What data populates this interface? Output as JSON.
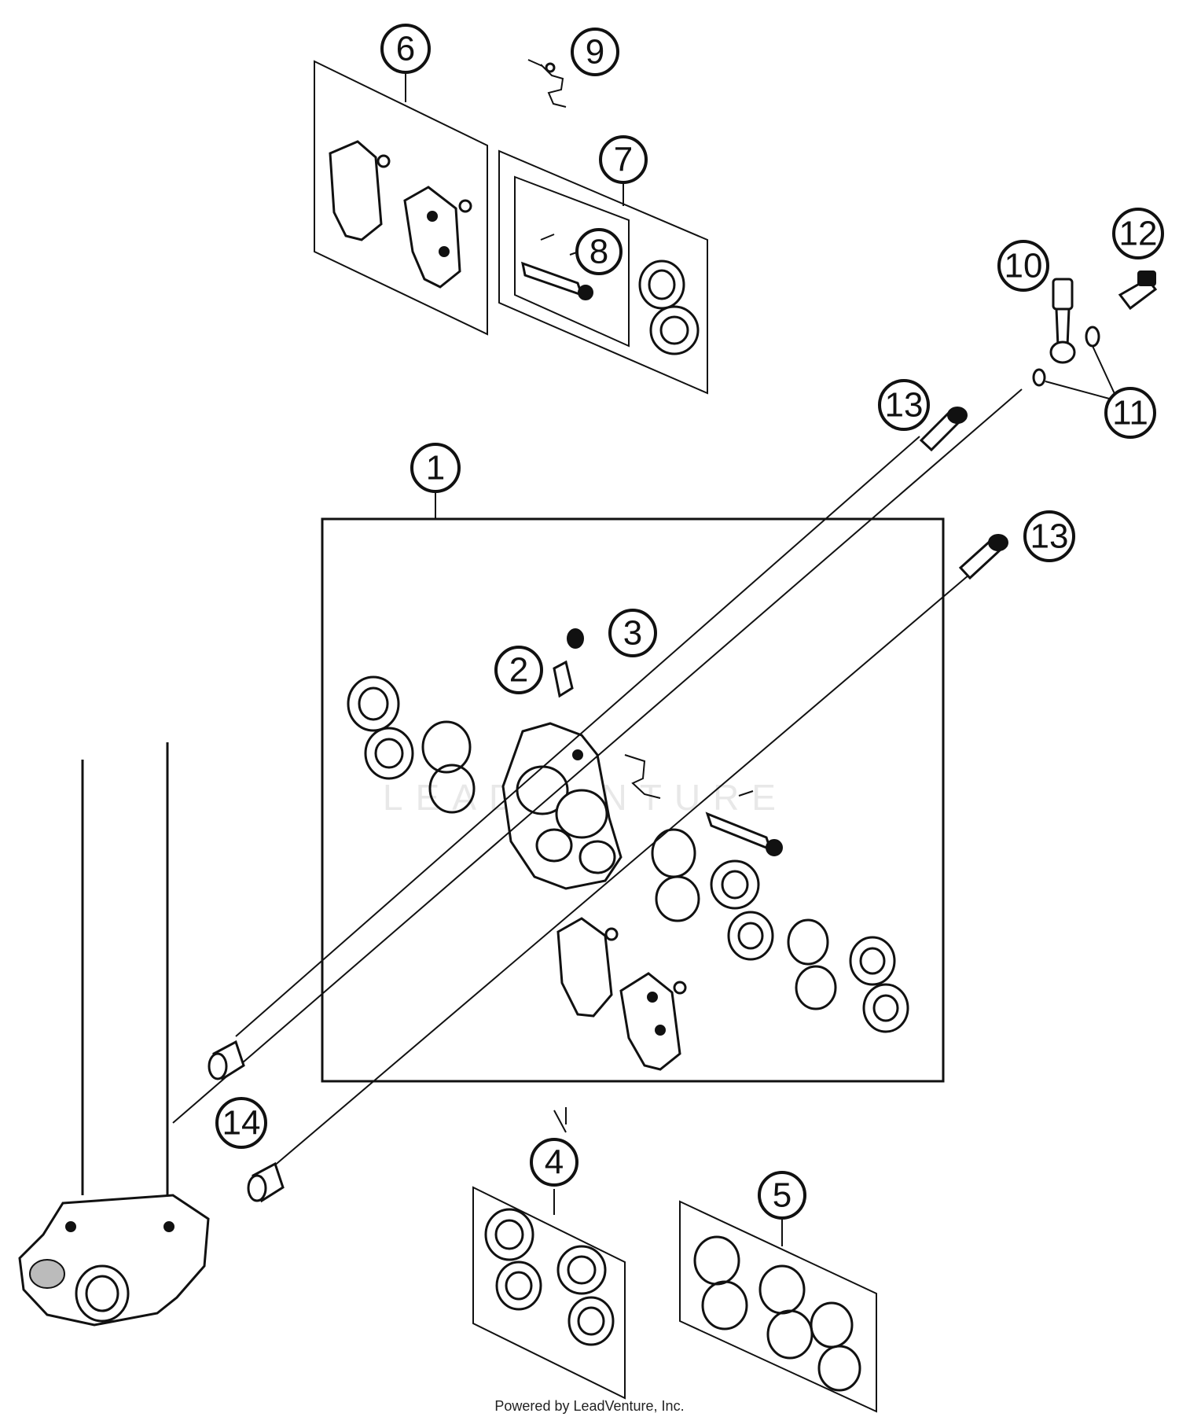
{
  "callouts": [
    {
      "id": "1",
      "label": "1"
    },
    {
      "id": "2",
      "label": "2"
    },
    {
      "id": "3",
      "label": "3"
    },
    {
      "id": "4",
      "label": "4"
    },
    {
      "id": "5",
      "label": "5"
    },
    {
      "id": "6",
      "label": "6"
    },
    {
      "id": "7",
      "label": "7"
    },
    {
      "id": "8",
      "label": "8"
    },
    {
      "id": "9",
      "label": "9"
    },
    {
      "id": "10",
      "label": "10"
    },
    {
      "id": "11",
      "label": "11"
    },
    {
      "id": "12",
      "label": "12"
    },
    {
      "id": "13a",
      "label": "13"
    },
    {
      "id": "13b",
      "label": "13"
    },
    {
      "id": "14",
      "label": "14"
    }
  ],
  "watermark": "LEADVENTURE",
  "footer": "Powered by LeadVenture, Inc."
}
